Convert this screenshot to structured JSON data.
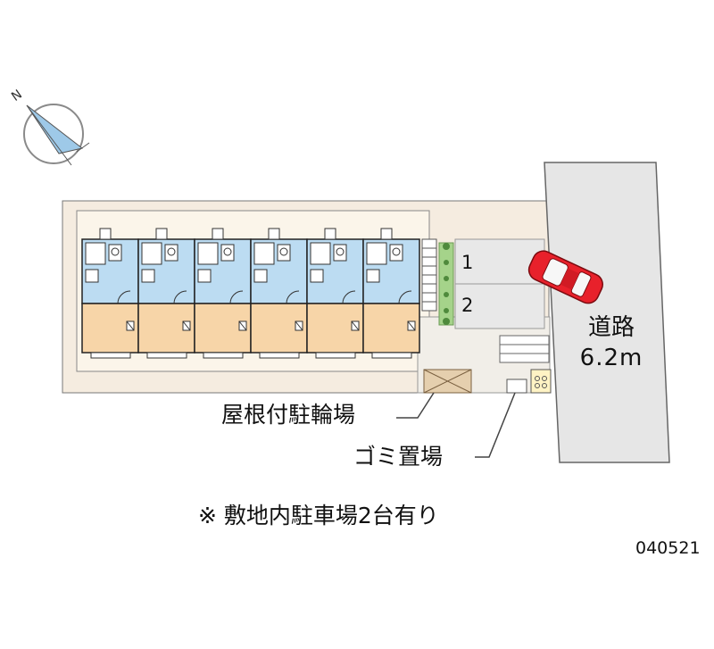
{
  "compass": {
    "direction_letter": "N"
  },
  "road": {
    "label": "道路",
    "width": "6.2m",
    "color": "#e6e6e6"
  },
  "parking": {
    "spaces": [
      "1",
      "2"
    ]
  },
  "legend": {
    "bicycle_parking": "屋根付駐輪場",
    "trash_area": "ゴミ置場"
  },
  "note": "※ 敷地内駐車場2台有り",
  "code": "040521",
  "units": {
    "count": 6
  },
  "colors": {
    "site": "#f5ece0",
    "wet_area": "#bcdcf2",
    "room": "#f7d5a8",
    "car": "#e8212b",
    "green": "#a5d38a"
  }
}
